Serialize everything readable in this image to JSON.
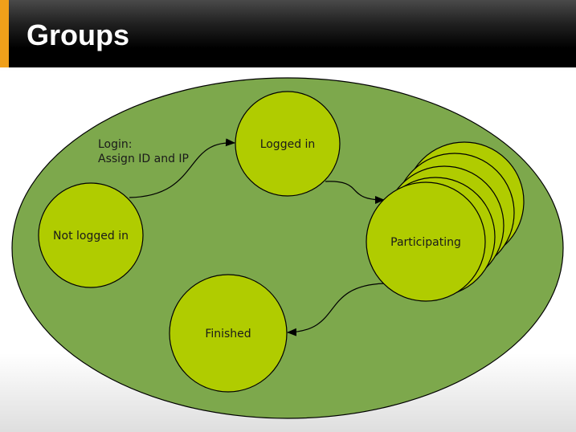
{
  "slide": {
    "title": "Groups"
  },
  "diagram": {
    "colors": {
      "group_fill": "#7da84c",
      "state_fill": "#b0cc00",
      "outline": "#000000"
    },
    "states": {
      "not_logged_in": "Not logged in",
      "logged_in": "Logged in",
      "participating": "Participating",
      "finished": "Finished"
    },
    "transitions": {
      "login": {
        "line1": "Login:",
        "line2": "Assign ID and IP"
      }
    }
  }
}
